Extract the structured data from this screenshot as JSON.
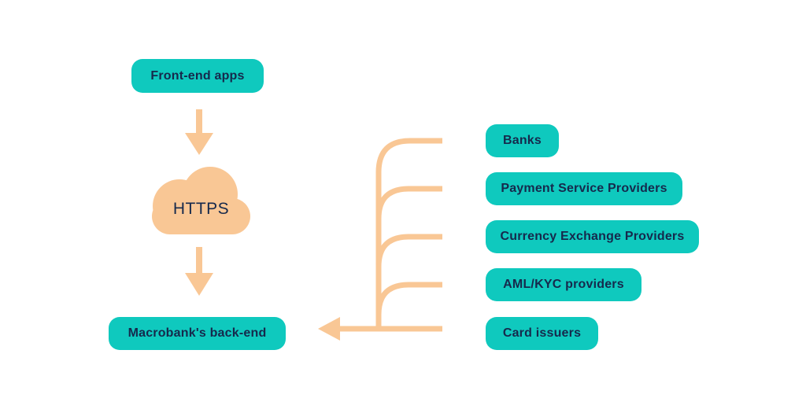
{
  "palette": {
    "node_teal": "#0fc9be",
    "connector_peach": "#f9c795",
    "text_navy": "#16294c",
    "background": "#ffffff"
  },
  "flow": {
    "frontend": {
      "label": "Front-end apps"
    },
    "https_cloud": {
      "label": "HTTPS"
    },
    "backend": {
      "label": "Macrobank's back-end"
    }
  },
  "providers": [
    {
      "label": "Banks"
    },
    {
      "label": "Payment Service Providers"
    },
    {
      "label": "Currency Exchange Providers"
    },
    {
      "label": "AML/KYC providers"
    },
    {
      "label": "Card issuers"
    }
  ],
  "icons": {
    "down_arrow": "down-arrow",
    "left_arrow": "left-arrow",
    "cloud": "https-cloud"
  }
}
